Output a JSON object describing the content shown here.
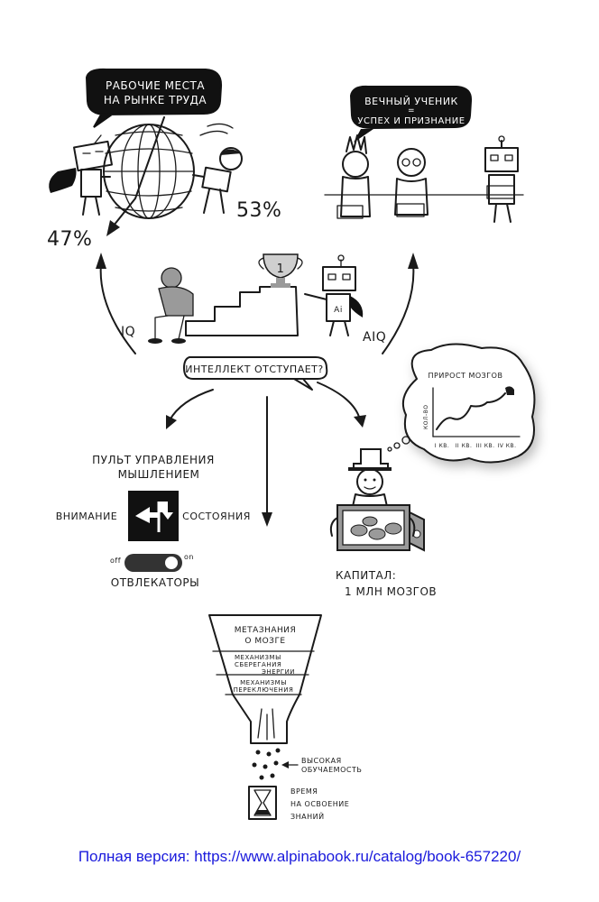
{
  "top_left": {
    "bubble_line1": "РАБОЧИЕ МЕСТА",
    "bubble_line2": "НА РЫНКЕ ТРУДА",
    "pct_left": "47%",
    "pct_right": "53%"
  },
  "top_right": {
    "bubble_line1": "ВЕЧНЫЙ УЧЕНИК",
    "bubble_eq": "=",
    "bubble_line2": "УСПЕХ И ПРИЗНАНИЕ"
  },
  "center": {
    "iq_label": "IQ",
    "aiq_label": "AIQ",
    "trophy_number": "1",
    "robot_badge": "Ai",
    "question": "ИНТЕЛЛЕКТ ОТСТУПАЕТ?"
  },
  "control_panel": {
    "title_line1": "ПУЛЬТ УПРАВЛЕНИЯ",
    "title_line2": "МЫШЛЕНИЕМ",
    "left_label": "ВНИМАНИЕ",
    "right_label": "СОСТОЯНИЯ",
    "toggle_off": "off",
    "toggle_on": "on",
    "toggle_caption": "ОТВЛЕКАТОРЫ"
  },
  "growth_chart": {
    "title": "ПРИРОСТ МОЗГОВ",
    "ylabel": "КОЛ-ВО",
    "x_ticks": [
      "I КВ.",
      "II КВ.",
      "III КВ.",
      "IV КВ."
    ]
  },
  "capital": {
    "line1": "КАПИТАЛ:",
    "line2": "1 МЛН МОЗГОВ"
  },
  "funnel": {
    "band1_line1": "МЕТАЗНАНИЯ",
    "band1_line2": "О МОЗГЕ",
    "band2_line1": "МЕХАНИЗМЫ",
    "band2_line2": "СБЕРЕГАНИЯ",
    "band2_line3": "ЭНЕРГИИ",
    "band3_line1": "МЕХАНИЗМЫ",
    "band3_line2": "ПЕРЕКЛЮЧЕНИЯ",
    "label1_line1": "ВЫСОКАЯ",
    "label1_line2": "ОБУЧАЕМОСТЬ",
    "label2_line1": "ВРЕМЯ",
    "label2_line2": "НА ОСВОЕНИЕ",
    "label2_line3": "ЗНАНИЙ"
  },
  "footer": {
    "link_text": "Полная версия: https://www.alpinabook.ru/catalog/book-657220/"
  }
}
